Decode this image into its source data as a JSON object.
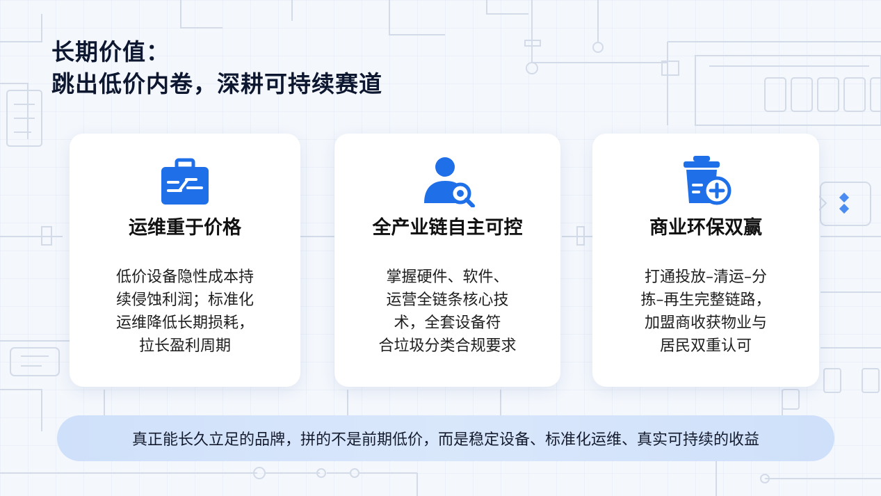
{
  "title": {
    "line1": "长期价值：",
    "line2": "跳出低价内卷，深耕可持续赛道"
  },
  "cards": [
    {
      "icon": "toolbox-icon",
      "heading": "运维重于价格",
      "lines": [
        "低价设备隐性成本持",
        "续侵蚀利润；标准化",
        "运维降低长期损耗，",
        "拉长盈利周期"
      ]
    },
    {
      "icon": "user-search-icon",
      "heading": "全产业链自主可控",
      "lines": [
        "掌握硬件、软件、",
        "运营全链条核心技",
        "术，全套设备符",
        "合垃圾分类合规要求"
      ]
    },
    {
      "icon": "trash-bin-plus-icon",
      "heading": "商业环保双赢",
      "lines": [
        "打通投放–清运–分",
        "拣–再生完整链路，",
        "加盟商收获物业与",
        "居民双重认可"
      ]
    }
  ],
  "banner": {
    "text": "真正能长久立足的品牌，拼的不是前期低价，而是稳定设备、标准化运维、真实可持续的收益"
  },
  "colors": {
    "accent": "#1f6fe8",
    "title": "#0d1730",
    "banner_bg": "#d4e3fa",
    "card_bg": "#ffffff"
  }
}
